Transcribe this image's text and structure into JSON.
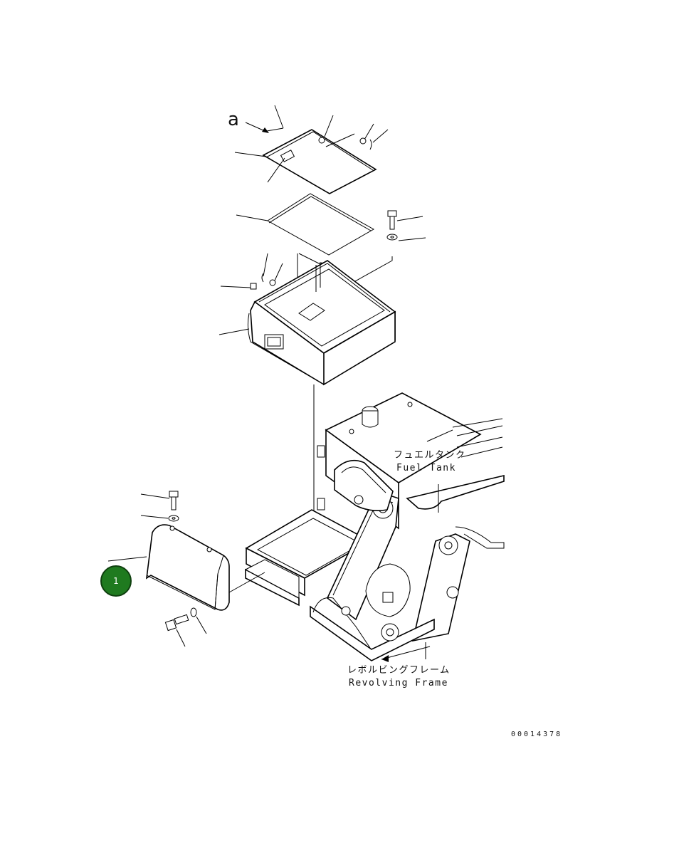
{
  "reference_mark": "a",
  "labels": {
    "fuel_tank_jp": "フュエルタンク",
    "fuel_tank_en": "Fuel Tank",
    "revolving_frame_jp": "レボルビングフレーム",
    "revolving_frame_en": "Revolving Frame"
  },
  "callout": {
    "number": "1",
    "color": "#1f7a1f"
  },
  "document_number": "00014378"
}
